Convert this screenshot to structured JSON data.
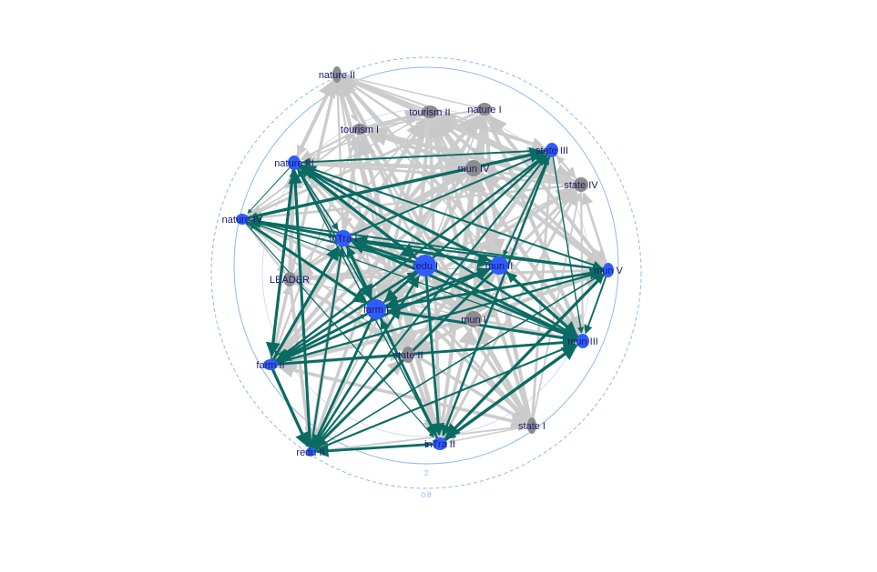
{
  "colors": {
    "active_node": "#2f5cff",
    "inactive_node": "#8c8c8c",
    "active_edge": "#0b6b63",
    "inactive_edge": "#cccccc",
    "ring": "#8fb8ee",
    "label": "#1a1a6e"
  },
  "rings": {
    "inner_label": "2",
    "outer_label": "0.8"
  },
  "nodes": [
    {
      "id": "natureII",
      "label": "nature II",
      "active": false
    },
    {
      "id": "tourismII",
      "label": "tourism II",
      "active": false
    },
    {
      "id": "natureI",
      "label": "nature I",
      "active": false
    },
    {
      "id": "tourismI",
      "label": "tourism I",
      "active": false
    },
    {
      "id": "stateIII",
      "label": "state III",
      "active": true
    },
    {
      "id": "natureIII",
      "label": "nature III",
      "active": true
    },
    {
      "id": "munIV",
      "label": "mun IV",
      "active": false
    },
    {
      "id": "stateIV",
      "label": "state IV",
      "active": false
    },
    {
      "id": "natureIV",
      "label": "nature IV",
      "active": true
    },
    {
      "id": "inTraI",
      "label": "inTra I",
      "active": true
    },
    {
      "id": "reduI",
      "label": "redu I",
      "active": true
    },
    {
      "id": "munII",
      "label": "mun II",
      "active": true
    },
    {
      "id": "munV",
      "label": "mun V",
      "active": true
    },
    {
      "id": "LEADER",
      "label": "LEADER",
      "active": false
    },
    {
      "id": "farmI",
      "label": "farm I",
      "active": true
    },
    {
      "id": "munI",
      "label": "mun I",
      "active": false
    },
    {
      "id": "munIII",
      "label": "mun III",
      "active": true
    },
    {
      "id": "farmII",
      "label": "farm II",
      "active": true
    },
    {
      "id": "stateII",
      "label": "state II",
      "active": false
    },
    {
      "id": "stateI",
      "label": "state I",
      "active": false
    },
    {
      "id": "reduII",
      "label": "redu II",
      "active": true
    },
    {
      "id": "inTraII",
      "label": "inTra II",
      "active": true
    }
  ]
}
